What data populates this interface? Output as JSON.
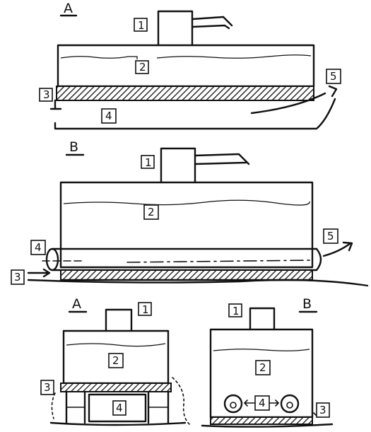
{
  "panels": {
    "top": {
      "title": "A"
    },
    "middle": {
      "title": "B"
    },
    "bottom_left": {
      "title": "A"
    },
    "bottom_right": {
      "title": "B"
    }
  },
  "labels": {
    "one": "1",
    "two": "2",
    "three": "3",
    "four": "4",
    "five": "5"
  }
}
